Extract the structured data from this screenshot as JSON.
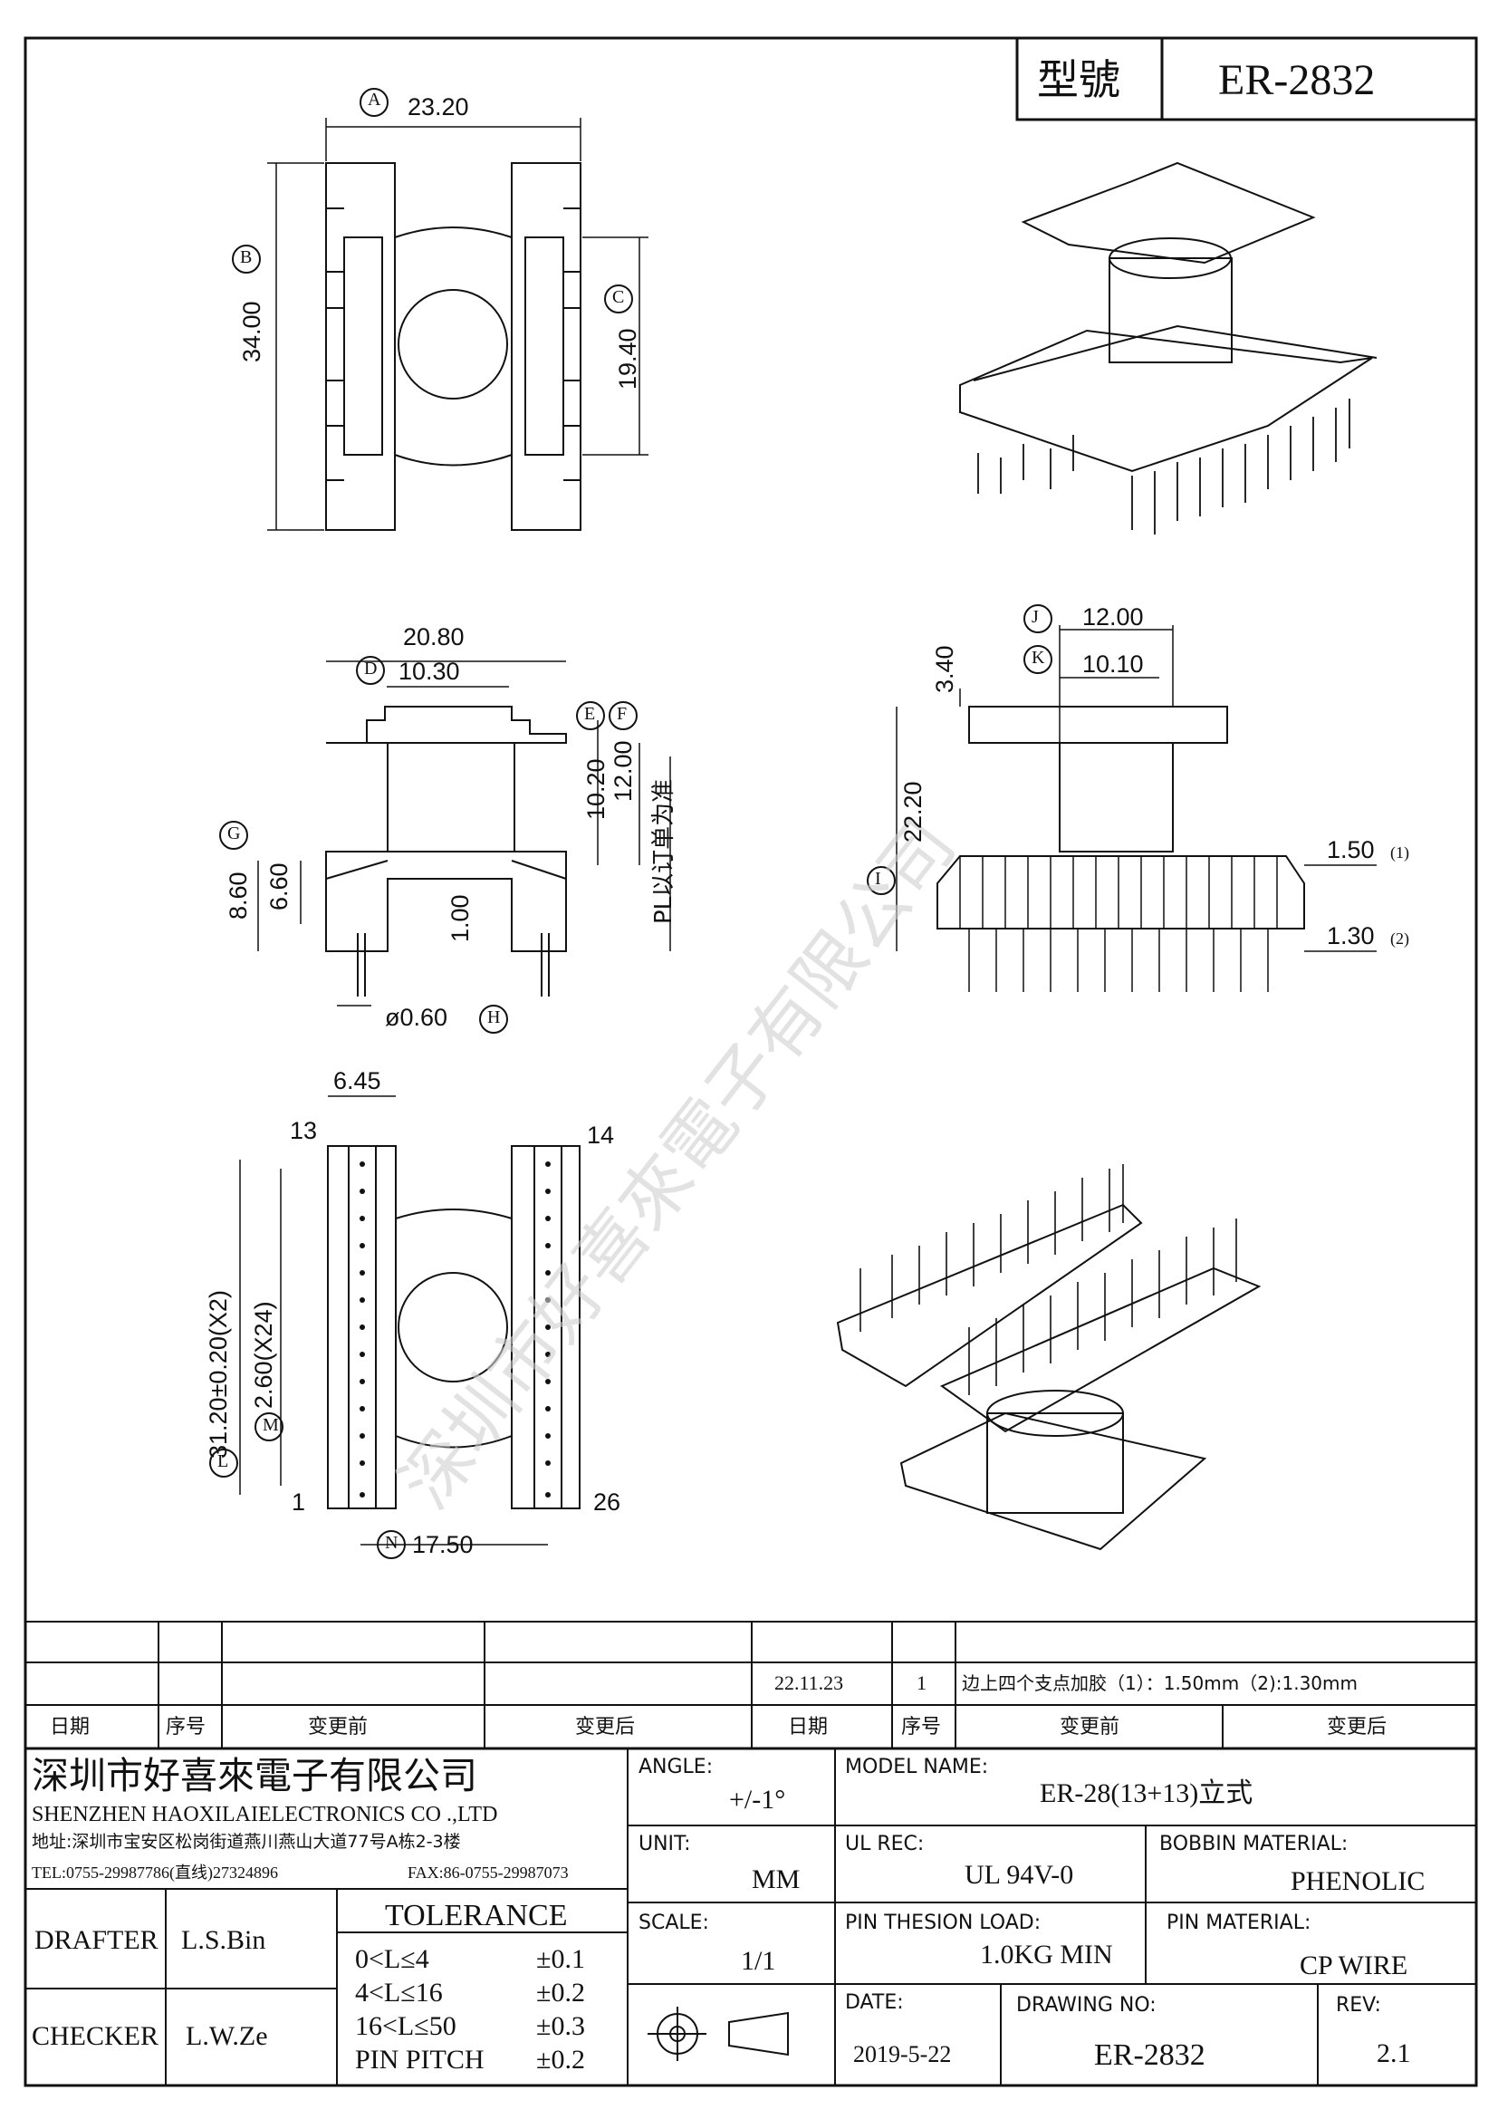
{
  "header": {
    "model_label": "型號",
    "model_value": "ER-2832"
  },
  "views": {
    "top": {
      "A": "23.20",
      "B": "34.00",
      "C": "19.40",
      "tags": [
        "A",
        "B",
        "C"
      ]
    },
    "side": {
      "D": "10.30",
      "width": "20.80",
      "E_F": "12.00",
      "h1": "10.20",
      "G": "8.60",
      "g2": "6.60",
      "t1": "1.00",
      "pin_dia": "ø0.60",
      "note": "PL以订单为准",
      "tags": [
        "D",
        "E",
        "F",
        "G",
        "H"
      ]
    },
    "front": {
      "J": "12.00",
      "K": "10.10",
      "top_h": "3.40",
      "I": "22.20",
      "s1": "1.50",
      "s1_tag": "(1)",
      "s2": "1.30",
      "s2_tag": "(2)",
      "tags": [
        "J",
        "K",
        "I"
      ]
    },
    "bottom": {
      "w": "6.45",
      "L": "31.20±0.20(X2)",
      "M": "2.60(X24)",
      "N": "17.50",
      "pin13": "13",
      "pin14": "14",
      "pin1": "1",
      "pin26": "26",
      "tags": [
        "L",
        "M",
        "N"
      ]
    }
  },
  "revision": {
    "row1": {
      "date": "22.11.23",
      "seq": "1",
      "note": "边上四个支点加胶（1）：1.50mm（2):1.30mm"
    },
    "headers": [
      "日期",
      "序号",
      "变更前",
      "变更后",
      "日期",
      "序号",
      "变更前",
      "变更后"
    ]
  },
  "company": {
    "name_cn": "深圳市好喜來電子有限公司",
    "name_en": "SHENZHEN HAOXILAIELECTRONICS CO .,LTD",
    "address": "地址:深圳市宝安区松岗街道燕川燕山大道77号A栋2-3楼",
    "tel": "TEL:0755-29987786(直线)27324896",
    "fax": "FAX:86-0755-29987073"
  },
  "title_block": {
    "angle_label": "ANGLE:",
    "angle_value": "+/-1°",
    "model_name_label": "MODEL NAME:",
    "model_name_value": "ER-28(13+13)立式",
    "unit_label": "UNIT:",
    "unit_value": "MM",
    "ul_label": "UL REC:",
    "ul_value": "UL 94V-0",
    "bobbin_label": "BOBBIN MATERIAL:",
    "bobbin_value": "PHENOLIC",
    "scale_label": "SCALE:",
    "scale_value": "1/1",
    "load_label": "PIN THESION LOAD:",
    "load_value": "1.0KG MIN",
    "pin_mat_label": "PIN MATERIAL:",
    "pin_mat_value": "CP  WIRE",
    "date_label": "DATE:",
    "date_value": "2019-5-22",
    "drawing_label": "DRAWING NO:",
    "drawing_value": "ER-2832",
    "rev_label": "REV:",
    "rev_value": "2.1",
    "drafter_label": "DRAFTER",
    "drafter_value": "L.S.Bin",
    "checker_label": "CHECKER",
    "checker_value": "L.W.Ze",
    "tolerance_title": "TOLERANCE",
    "tolerance": [
      {
        "range": "0<L≤4",
        "tol": "±0.1"
      },
      {
        "range": "4<L≤16",
        "tol": "±0.2"
      },
      {
        "range": "16<L≤50",
        "tol": "±0.3"
      },
      {
        "range": "PIN PITCH",
        "tol": "±0.2"
      }
    ]
  }
}
